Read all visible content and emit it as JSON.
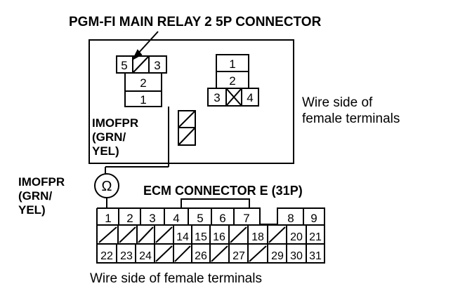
{
  "title": "PGM-FI MAIN RELAY 2 5P CONNECTOR",
  "relay": {
    "top_row": [
      "5",
      "3"
    ],
    "middle": "2",
    "bottom": "1"
  },
  "right_connector": {
    "top": "1",
    "middle": "2",
    "left": "3",
    "right": "4"
  },
  "wire_side_label_1": "Wire side of",
  "wire_side_label_2": "female terminals",
  "imofpr_inner": [
    "IMOFPR",
    "(GRN/",
    "YEL)"
  ],
  "imofpr_outer": [
    "IMOFPR",
    "(GRN/",
    "YEL)"
  ],
  "ohm_symbol": "Ω",
  "ecm_title": "ECM CONNECTOR E (31P)",
  "ecm": {
    "row1": [
      "1",
      "2",
      "3",
      "4",
      "5",
      "6",
      "7",
      "8",
      "9"
    ],
    "row2": [
      "14",
      "15",
      "16",
      "18",
      "20",
      "21"
    ],
    "row3": [
      "22",
      "23",
      "24",
      "26",
      "27",
      "29",
      "30",
      "31"
    ]
  },
  "bottom_caption": "Wire side of female terminals"
}
